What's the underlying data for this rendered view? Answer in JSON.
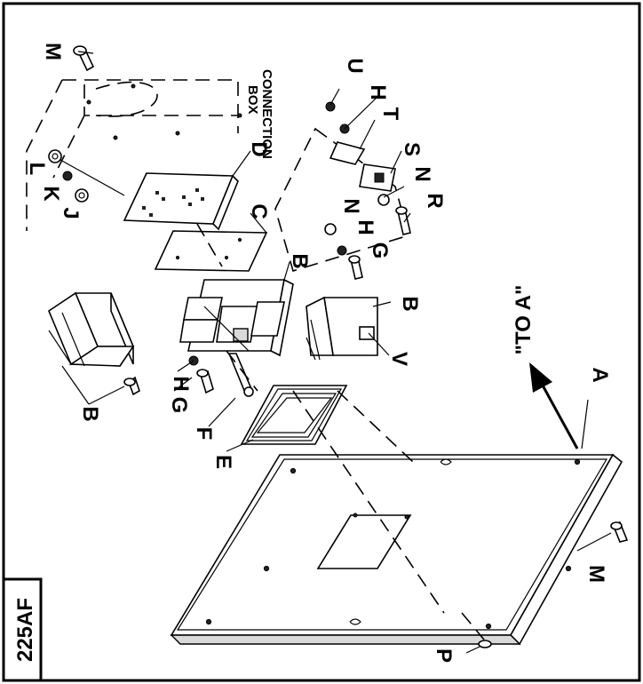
{
  "diagram": {
    "model_tag": "225AF",
    "connection_box": [
      "CONNECTION",
      "BOX"
    ],
    "to_a": "\"TO A\"",
    "labels": {
      "A": "A",
      "B": "B",
      "C": "C",
      "D": "D",
      "E": "E",
      "F": "F",
      "G": "G",
      "H": "H",
      "J": "J",
      "K": "K",
      "L": "L",
      "M": "M",
      "N": "N",
      "P": "P",
      "R": "R",
      "S": "S",
      "T": "T",
      "U": "U",
      "V": "V"
    }
  }
}
